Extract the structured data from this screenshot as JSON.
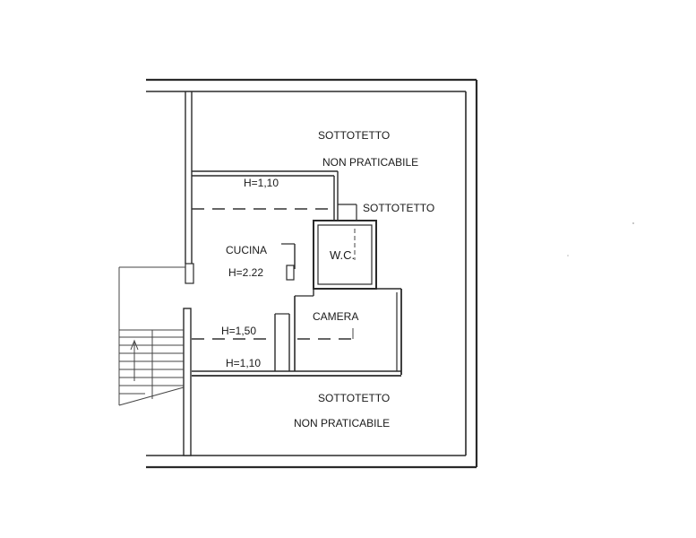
{
  "floor_plan": {
    "labels": {
      "attic_top_line1": "SOTTOTETTO",
      "attic_top_line2": "NON PRATICABILE",
      "attic_right": "SOTTOTETTO",
      "wc": "W.C.",
      "kitchen_name": "CUCINA",
      "kitchen_height": "H=2.22",
      "bedroom": "CAMERA",
      "height_upper": "H=1,10",
      "height_mid": "H=1,50",
      "height_lower": "H=1,10",
      "attic_bottom_line1": "SOTTOTETTO",
      "attic_bottom_line2": "NON PRATICABILE"
    }
  }
}
